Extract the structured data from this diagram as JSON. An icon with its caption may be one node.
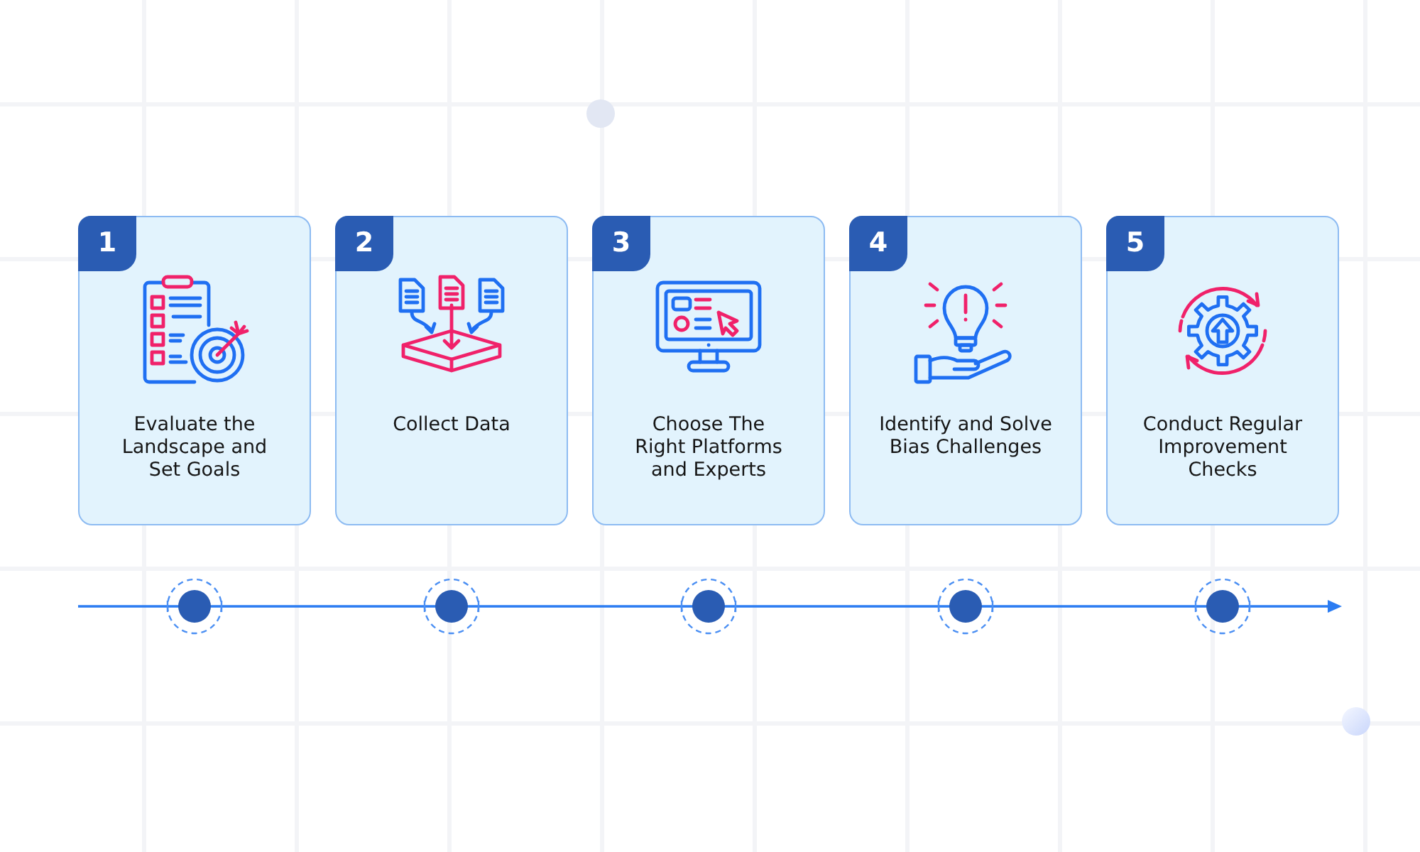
{
  "diagram": {
    "nodes": [
      {
        "text": [
          "Evaluate the Landscape and Set Goals"
        ]
      },
      {
        "text": [
          "1"
        ],
        "in": 0
      },
      {
        "text": [
          "Collect Data"
        ]
      },
      {
        "text": [
          "2"
        ],
        "in": 2
      },
      {
        "text": [
          "Choose The Right Platforms and Experts"
        ]
      },
      {
        "text": [
          "3"
        ],
        "in": 4
      },
      {
        "text": [
          "Identify and Solve Bias Challenges"
        ]
      },
      {
        "text": [
          "4"
        ],
        "in": 6
      },
      {
        "text": [
          "Conduct Regular Improvement Checks"
        ]
      },
      {
        "text": [
          "5"
        ],
        "in": 8
      }
    ]
  }
}
